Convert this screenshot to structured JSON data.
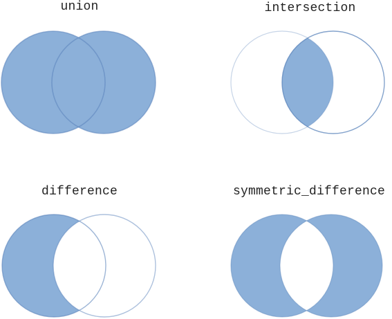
{
  "colors": {
    "fill": "#8cb0d9",
    "stroke": "#5b84bb"
  },
  "panels": [
    {
      "title": "union",
      "operation": "union"
    },
    {
      "title": "intersection",
      "operation": "intersection"
    },
    {
      "title": "difference",
      "operation": "difference"
    },
    {
      "title": "symmetric_difference",
      "operation": "symmetric_difference"
    }
  ]
}
